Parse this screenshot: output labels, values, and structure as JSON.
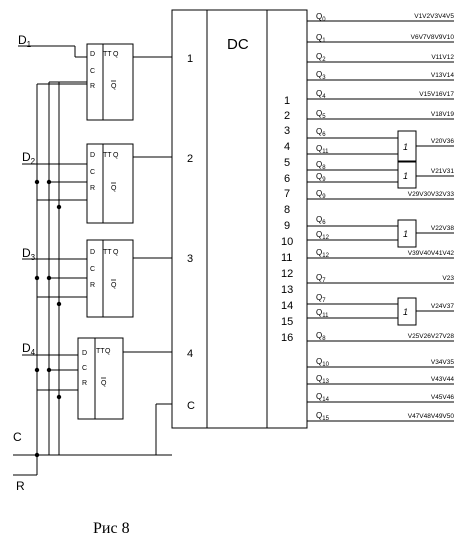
{
  "decoder": {
    "title": "DC",
    "input_labels": [
      "1",
      "2",
      "3",
      "4",
      "C"
    ],
    "output_numbers": [
      "1",
      "2",
      "3",
      "4",
      "5",
      "6",
      "7",
      "8",
      "9",
      "10",
      "11",
      "12",
      "13",
      "14",
      "15",
      "16"
    ]
  },
  "flipflops": [
    {
      "d_label": "D",
      "d_sub": "1",
      "pins": {
        "d": "D",
        "c": "C",
        "r": "R",
        "tt": "TT",
        "q": "Q",
        "q_bar": "Q"
      }
    },
    {
      "d_label": "D",
      "d_sub": "2",
      "pins": {
        "d": "D",
        "c": "C",
        "r": "R",
        "tt": "TT",
        "q": "Q",
        "q_bar": "Q"
      }
    },
    {
      "d_label": "D",
      "d_sub": "3",
      "pins": {
        "d": "D",
        "c": "C",
        "r": "R",
        "tt": "TT",
        "q": "Q",
        "q_bar": "Q"
      }
    },
    {
      "d_label": "D",
      "d_sub": "4",
      "pins": {
        "d": "D",
        "c": "C",
        "r": "R",
        "tt": "TT",
        "q": "Q",
        "q_bar": "Q"
      }
    }
  ],
  "control_inputs": {
    "c": "C",
    "r": "R"
  },
  "outputs": [
    {
      "q": "Q",
      "sub": "0",
      "signals": "V1V2V3V4V5"
    },
    {
      "q": "Q",
      "sub": "1",
      "signals": "V6V7V8V9V10"
    },
    {
      "q": "Q",
      "sub": "2",
      "signals": "V11V12"
    },
    {
      "q": "Q",
      "sub": "3",
      "signals": "V13V14"
    },
    {
      "q": "Q",
      "sub": "4",
      "signals": "V15V16V17"
    },
    {
      "q": "Q",
      "sub": "5",
      "signals": "V18V19"
    },
    {
      "q": "Q",
      "sub": "6",
      "signals": ""
    },
    {
      "q": "Q",
      "sub": "11",
      "signals": ""
    },
    {
      "q": "Q",
      "sub": "8",
      "signals": ""
    },
    {
      "q": "Q",
      "sub": "9",
      "signals": ""
    },
    {
      "q": "Q",
      "sub": "9",
      "signals": "V29V30V32V33"
    },
    {
      "q": "Q",
      "sub": "6",
      "signals": ""
    },
    {
      "q": "Q",
      "sub": "12",
      "signals": ""
    },
    {
      "q": "Q",
      "sub": "12",
      "signals": "V39V40V41V42"
    },
    {
      "q": "Q",
      "sub": "7",
      "signals": "V23"
    },
    {
      "q": "Q",
      "sub": "7",
      "signals": ""
    },
    {
      "q": "Q",
      "sub": "11",
      "signals": ""
    },
    {
      "q": "Q",
      "sub": "8",
      "signals": "V25V26V27V28"
    },
    {
      "q": "Q",
      "sub": "10",
      "signals": "V34V35"
    },
    {
      "q": "Q",
      "sub": "13",
      "signals": "V43V44"
    },
    {
      "q": "Q",
      "sub": "14",
      "signals": "V45V46"
    },
    {
      "q": "Q",
      "sub": "15",
      "signals": "V47V48V49V50"
    }
  ],
  "or_gates": [
    {
      "symbol": "1",
      "signals": "V20V36"
    },
    {
      "symbol": "1",
      "signals": "V21V31"
    },
    {
      "symbol": "1",
      "signals": "V22V38"
    },
    {
      "symbol": "1",
      "signals": "V24V37"
    }
  ],
  "caption": "Рис 8"
}
